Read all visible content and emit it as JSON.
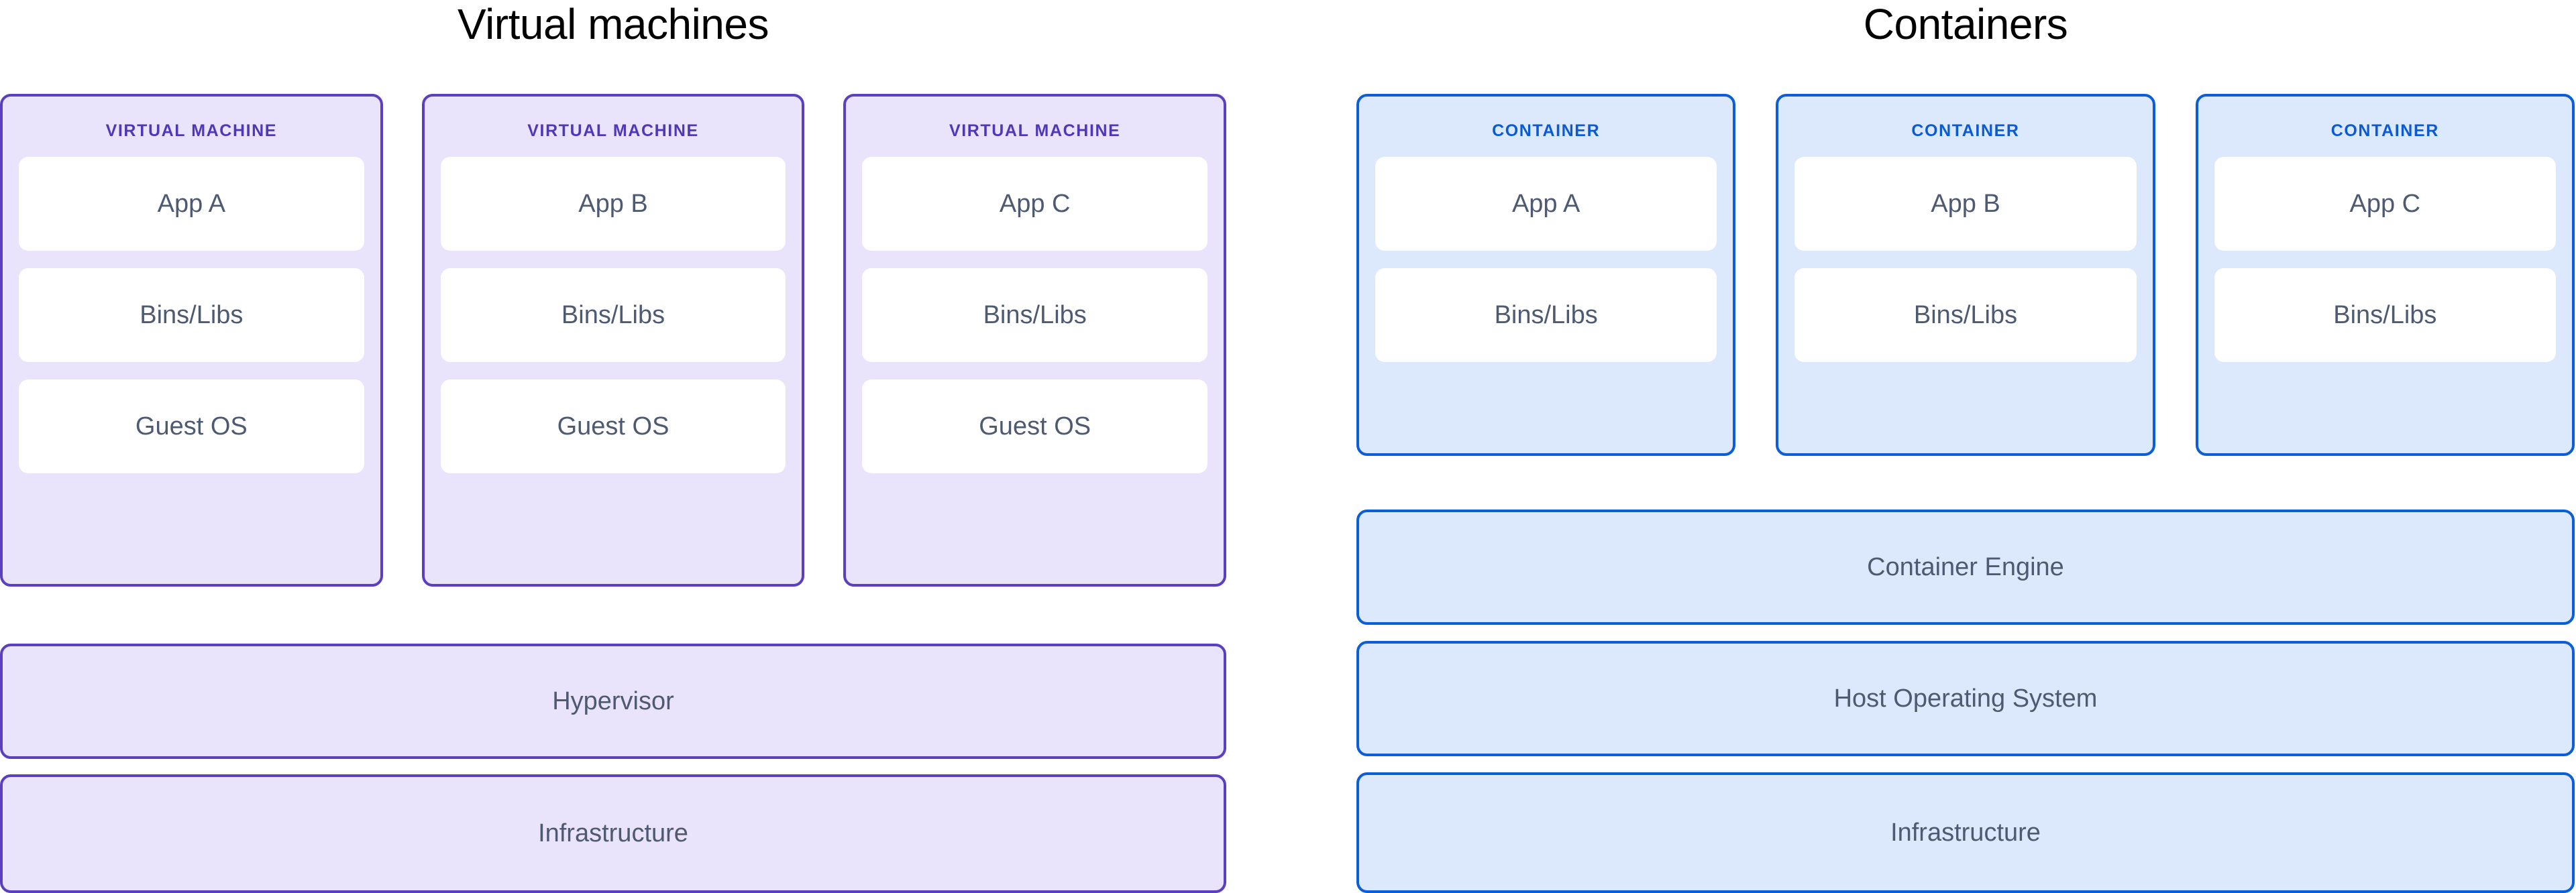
{
  "diagram": {
    "background": "#FFFFFF",
    "title_color": "#000000",
    "body_text_color": "#4D5A72"
  },
  "vm_section": {
    "title": "Virtual machines",
    "accent_border": "#5A3FBE",
    "accent_fill": "#E9E3FB",
    "label_color": "#5037B8",
    "units": [
      {
        "label": "VIRTUAL MACHINE",
        "cards": [
          "App A",
          "Bins/Libs",
          "Guest OS"
        ]
      },
      {
        "label": "VIRTUAL MACHINE",
        "cards": [
          "App B",
          "Bins/Libs",
          "Guest OS"
        ]
      },
      {
        "label": "VIRTUAL MACHINE",
        "cards": [
          "App C",
          "Bins/Libs",
          "Guest OS"
        ]
      }
    ],
    "bars": [
      "Hypervisor",
      "Infrastructure"
    ]
  },
  "container_section": {
    "title": "Containers",
    "accent_border": "#0B5ED7",
    "accent_fill": "#DCE8FB",
    "label_color": "#0A5BD3",
    "units": [
      {
        "label": "CONTAINER",
        "cards": [
          "App A",
          "Bins/Libs"
        ]
      },
      {
        "label": "CONTAINER",
        "cards": [
          "App B",
          "Bins/Libs"
        ]
      },
      {
        "label": "CONTAINER",
        "cards": [
          "App C",
          "Bins/Libs"
        ]
      }
    ],
    "bars": [
      "Container Engine",
      "Host Operating System",
      "Infrastructure"
    ]
  }
}
